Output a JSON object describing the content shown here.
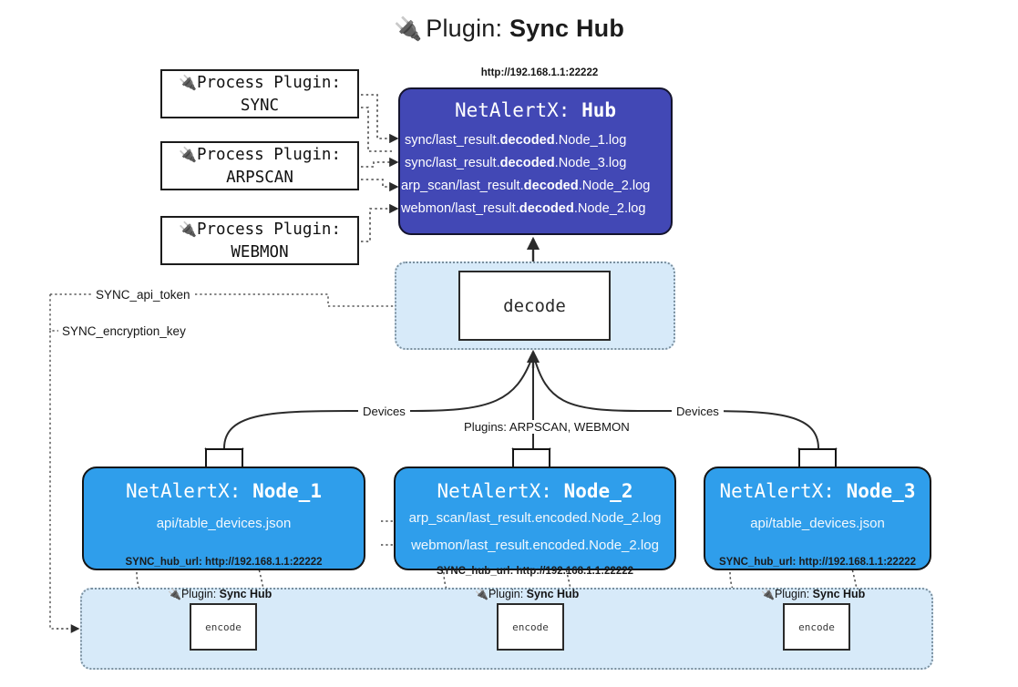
{
  "page": {
    "title_prefix": "Plugin:",
    "title_name": "Sync Hub",
    "plug_icon": "plug-icon"
  },
  "process_plugins": [
    {
      "line1": "Process Plugin:",
      "line2": "SYNC"
    },
    {
      "line1": "Process Plugin:",
      "line2": "ARPSCAN"
    },
    {
      "line1": "Process Plugin:",
      "line2": "WEBMON"
    }
  ],
  "hub": {
    "url": "http://192.168.1.1:22222",
    "title_prefix": "NetAlertX:",
    "title_name": "Hub",
    "logs": [
      {
        "pre": "sync/last_result.",
        "bold": "decoded",
        "post": ".Node_1.log"
      },
      {
        "pre": "sync/last_result.",
        "bold": "decoded",
        "post": ".Node_3.log"
      },
      {
        "pre": "arp_scan/last_result.",
        "bold": "decoded",
        "post": ".Node_2.log"
      },
      {
        "pre": "webmon/last_result.",
        "bold": "decoded",
        "post": ".Node_2.log"
      }
    ]
  },
  "decode": {
    "label": "decode"
  },
  "tokens": {
    "api_token": "SYNC_api_token",
    "encryption_key": "SYNC_encryption_key"
  },
  "edge_labels": {
    "devices_left": "Devices",
    "devices_right": "Devices",
    "plugins_center": "Plugins: ARPSCAN, WEBMON"
  },
  "nodes": [
    {
      "title_prefix": "NetAlertX:",
      "title_name": "Node_1",
      "lines": [
        "api/table_devices.json"
      ],
      "footer": "SYNC_hub_url: http://192.168.1.1:22222"
    },
    {
      "title_prefix": "NetAlertX:",
      "title_name": "Node_2",
      "lines": [
        "arp_scan/last_result.encoded.Node_2.log",
        "webmon/last_result.encoded.Node_2.log"
      ],
      "footer": "SYNC_hub_url: http://192.168.1.1:22222"
    },
    {
      "title_prefix": "NetAlertX:",
      "title_name": "Node_3",
      "lines": [
        "api/table_devices.json"
      ],
      "footer": "SYNC_hub_url: http://192.168.1.1:22222"
    }
  ],
  "encode_blocks": [
    {
      "label_prefix": "Plugin:",
      "label_name": "Sync Hub",
      "box": "encode"
    },
    {
      "label_prefix": "Plugin:",
      "label_name": "Sync Hub",
      "box": "encode"
    },
    {
      "label_prefix": "Plugin:",
      "label_name": "Sync Hub",
      "box": "encode"
    }
  ],
  "colors": {
    "hub_fill": "#4248b5",
    "node_fill": "#2f9eeb",
    "container_fill": "#d7eaf9",
    "stroke": "#141414"
  }
}
